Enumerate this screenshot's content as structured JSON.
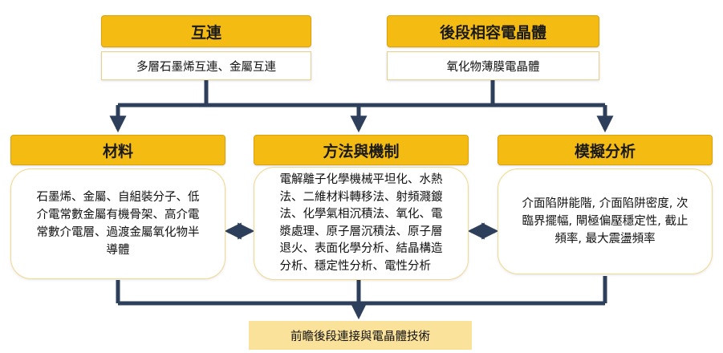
{
  "top_left": {
    "title": "互連",
    "subtitle": "多層石墨烯互連、金屬互連"
  },
  "top_right": {
    "title": "後段相容電晶體",
    "subtitle": "氧化物薄膜電晶體"
  },
  "materials": {
    "title": "材料",
    "body": "石墨烯、金屬、自組裝分子、低\n介電常數金屬有機骨架、高介電\n常數介電層、過渡金屬氧化物半\n導體"
  },
  "methods": {
    "title": "方法與機制",
    "body": "電解離子化學機械平坦化、水熱\n法、二維材料轉移法、射頻濺鍍\n法、化學氣相沉積法、氧化、電\n漿處理、原子層沉積法、原子層\n退火、表面化學分析、結晶構造\n分析、穩定性分析、電性分析"
  },
  "simulation": {
    "title": "模擬分析",
    "body": "介面陷阱能階, 介面陷阱密度, 次\n臨界擺幅, 閘極偏壓穩定性, 截止\n頻率, 最大震盪頻率"
  },
  "footer": {
    "label": "前瞻後段連接與電晶體技術"
  },
  "colors": {
    "header_fill": "#f4bb12",
    "connector": "#2e3f5c",
    "footer_fill": "#fbe29a",
    "box_border": "#f0d990"
  }
}
